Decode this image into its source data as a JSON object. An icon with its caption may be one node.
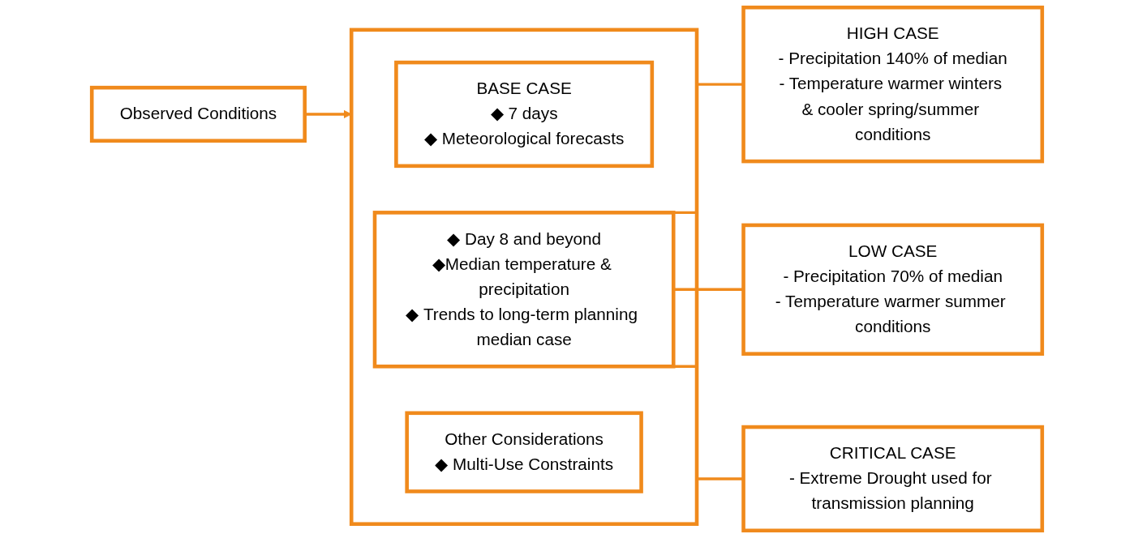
{
  "diagram": {
    "nodes": [
      {
        "text": [
          "Observed Conditions"
        ]
      },
      {
        "text": [],
        "shape": "box"
      },
      {
        "text": [
          "BASE CASE",
          "◆ 7 days",
          "◆ Meteorological forecasts"
        ],
        "in": 1
      },
      {
        "text": [
          "◆ Day 8 and beyond",
          "◆Median temperature & precipitation",
          "◆ Trends to long-term planning median case"
        ],
        "in": 1
      },
      {
        "text": [
          "Other Considerations",
          "◆ Multi-Use Constraints"
        ],
        "in": 1
      },
      {
        "text": [
          "HIGH CASE",
          "- Precipitation 140% of median",
          "- Temperature warmer winters & cooler spring/summer conditions"
        ]
      },
      {
        "text": [
          "LOW CASE",
          "- Precipitation 70% of median",
          "- Temperature warmer summer conditions"
        ]
      },
      {
        "text": [
          "CRITICAL CASE",
          "- Extreme Drought used for transmission planning"
        ]
      }
    ],
    "edges": [
      {
        "from": 0,
        "to": 1,
        "arrow": "to"
      },
      {
        "from": 3,
        "to": 5,
        "arrow": "none"
      },
      {
        "from": 3,
        "to": 6,
        "arrow": "none"
      },
      {
        "from": 3,
        "to": 7,
        "arrow": "none"
      }
    ]
  }
}
